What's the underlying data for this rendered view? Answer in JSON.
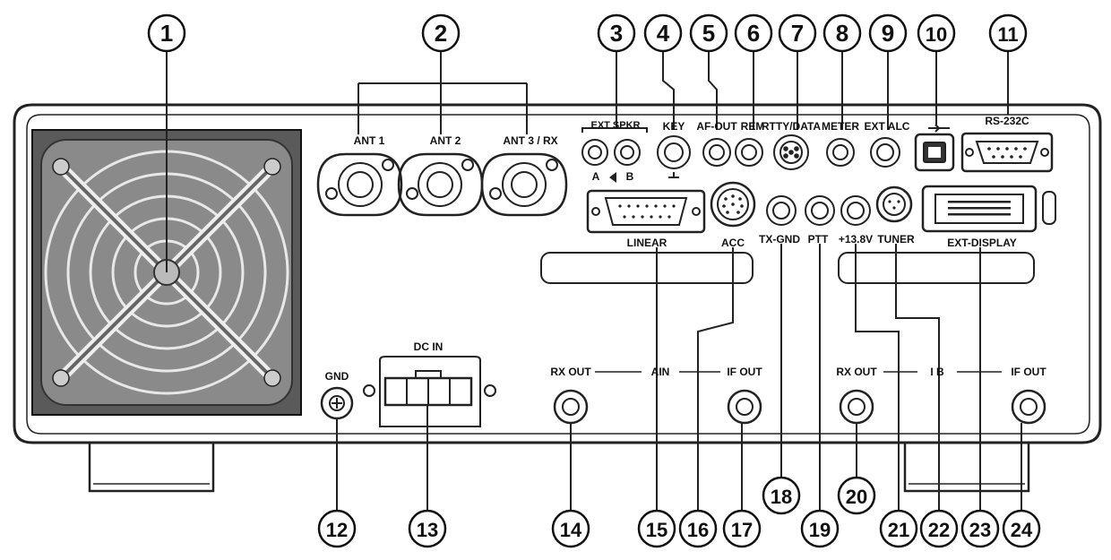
{
  "callouts": [
    {
      "number": "1"
    },
    {
      "number": "2"
    },
    {
      "number": "3"
    },
    {
      "number": "4"
    },
    {
      "number": "5"
    },
    {
      "number": "6"
    },
    {
      "number": "7"
    },
    {
      "number": "8"
    },
    {
      "number": "9"
    },
    {
      "number": "10"
    },
    {
      "number": "11"
    },
    {
      "number": "12"
    },
    {
      "number": "13"
    },
    {
      "number": "14"
    },
    {
      "number": "15"
    },
    {
      "number": "16"
    },
    {
      "number": "17"
    },
    {
      "number": "18"
    },
    {
      "number": "19"
    },
    {
      "number": "20"
    },
    {
      "number": "21"
    },
    {
      "number": "22"
    },
    {
      "number": "23"
    },
    {
      "number": "24"
    }
  ],
  "labels": {
    "ant1": "ANT 1",
    "ant2": "ANT 2",
    "ant3": "ANT 3 / RX",
    "ext_spkr": "EXT SPKR",
    "spkr_a": "A",
    "spkr_b": "B",
    "key": "KEY",
    "af_out": "AF-OUT",
    "rem": "REM",
    "rtty_data": "RTTY/DATA",
    "meter": "METER",
    "ext_alc": "EXT ALC",
    "rs232c": "RS-232C",
    "linear": "LINEAR",
    "acc": "ACC",
    "tx_gnd": "TX-GND",
    "ptt": "PTT",
    "v138": "+13.8V",
    "tuner": "TUNER",
    "ext_display": "EXT-DISPLAY",
    "gnd": "GND",
    "dc_in": "DC IN",
    "main_rx_out": "RX OUT",
    "main_label": "AIN",
    "main_if_out": "IF OUT",
    "sub_rx_out": "RX OUT",
    "sub_label": "I B",
    "sub_if_out": "IF OUT"
  }
}
